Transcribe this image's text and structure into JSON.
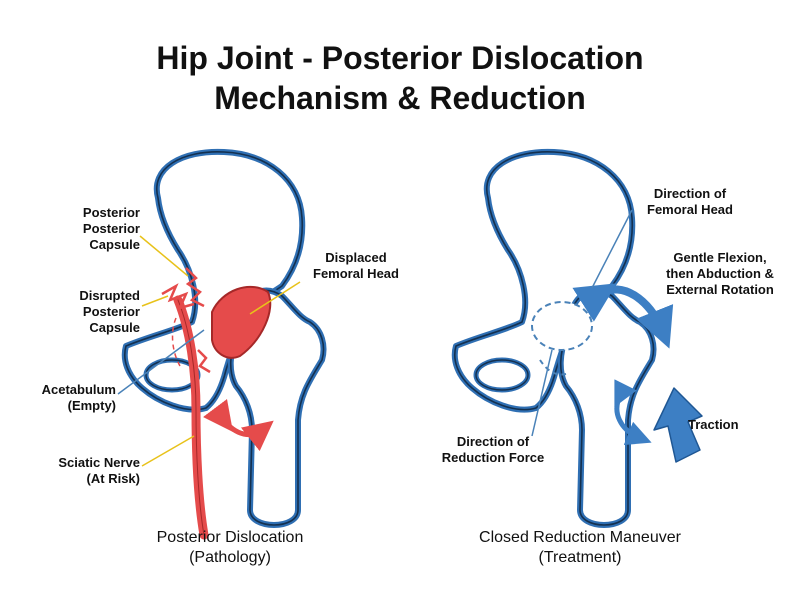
{
  "title": {
    "line1": "Hip Joint - Posterior Dislocation",
    "line2": "Mechanism & Reduction"
  },
  "left_panel": {
    "labels": {
      "posterior_capsule": [
        "Posterior",
        "Posterior",
        "Capsule"
      ],
      "disrupted_capsule": [
        "Disrupted",
        "Posterior",
        "Capsule"
      ],
      "acetabulum": [
        "Acetabulum",
        "(Empty)"
      ],
      "sciatic_nerve": [
        "Sciatic Nerve",
        "(At Risk)"
      ],
      "displaced_head": [
        "Displaced",
        "Femoral Head"
      ]
    },
    "caption": [
      "Posterior Dislocation",
      "(Pathology)"
    ]
  },
  "right_panel": {
    "labels": {
      "direction_head": [
        "Direction of",
        "Femoral Head"
      ],
      "rotation": [
        "Gentle Flexion,",
        "then Abduction &",
        "External Rotation"
      ],
      "traction": [
        "Traction"
      ],
      "reduction_force": [
        "Direction of",
        "Reduction Force"
      ]
    },
    "caption": [
      "Closed Reduction Maneuver",
      "(Treatment)"
    ]
  },
  "colors": {
    "bone_outline": "#2f6fb3",
    "bone_inner": "#14304f",
    "pathology_red": "#e54b4b",
    "arrow_blue": "#3d7fc4",
    "leader_yellow": "#e8c21a",
    "leader_blue": "#4a82b8"
  },
  "icons": [
    "hip-bone-left",
    "hip-bone-right",
    "sciatic-nerve",
    "rotation-arrow",
    "traction-arrow"
  ]
}
